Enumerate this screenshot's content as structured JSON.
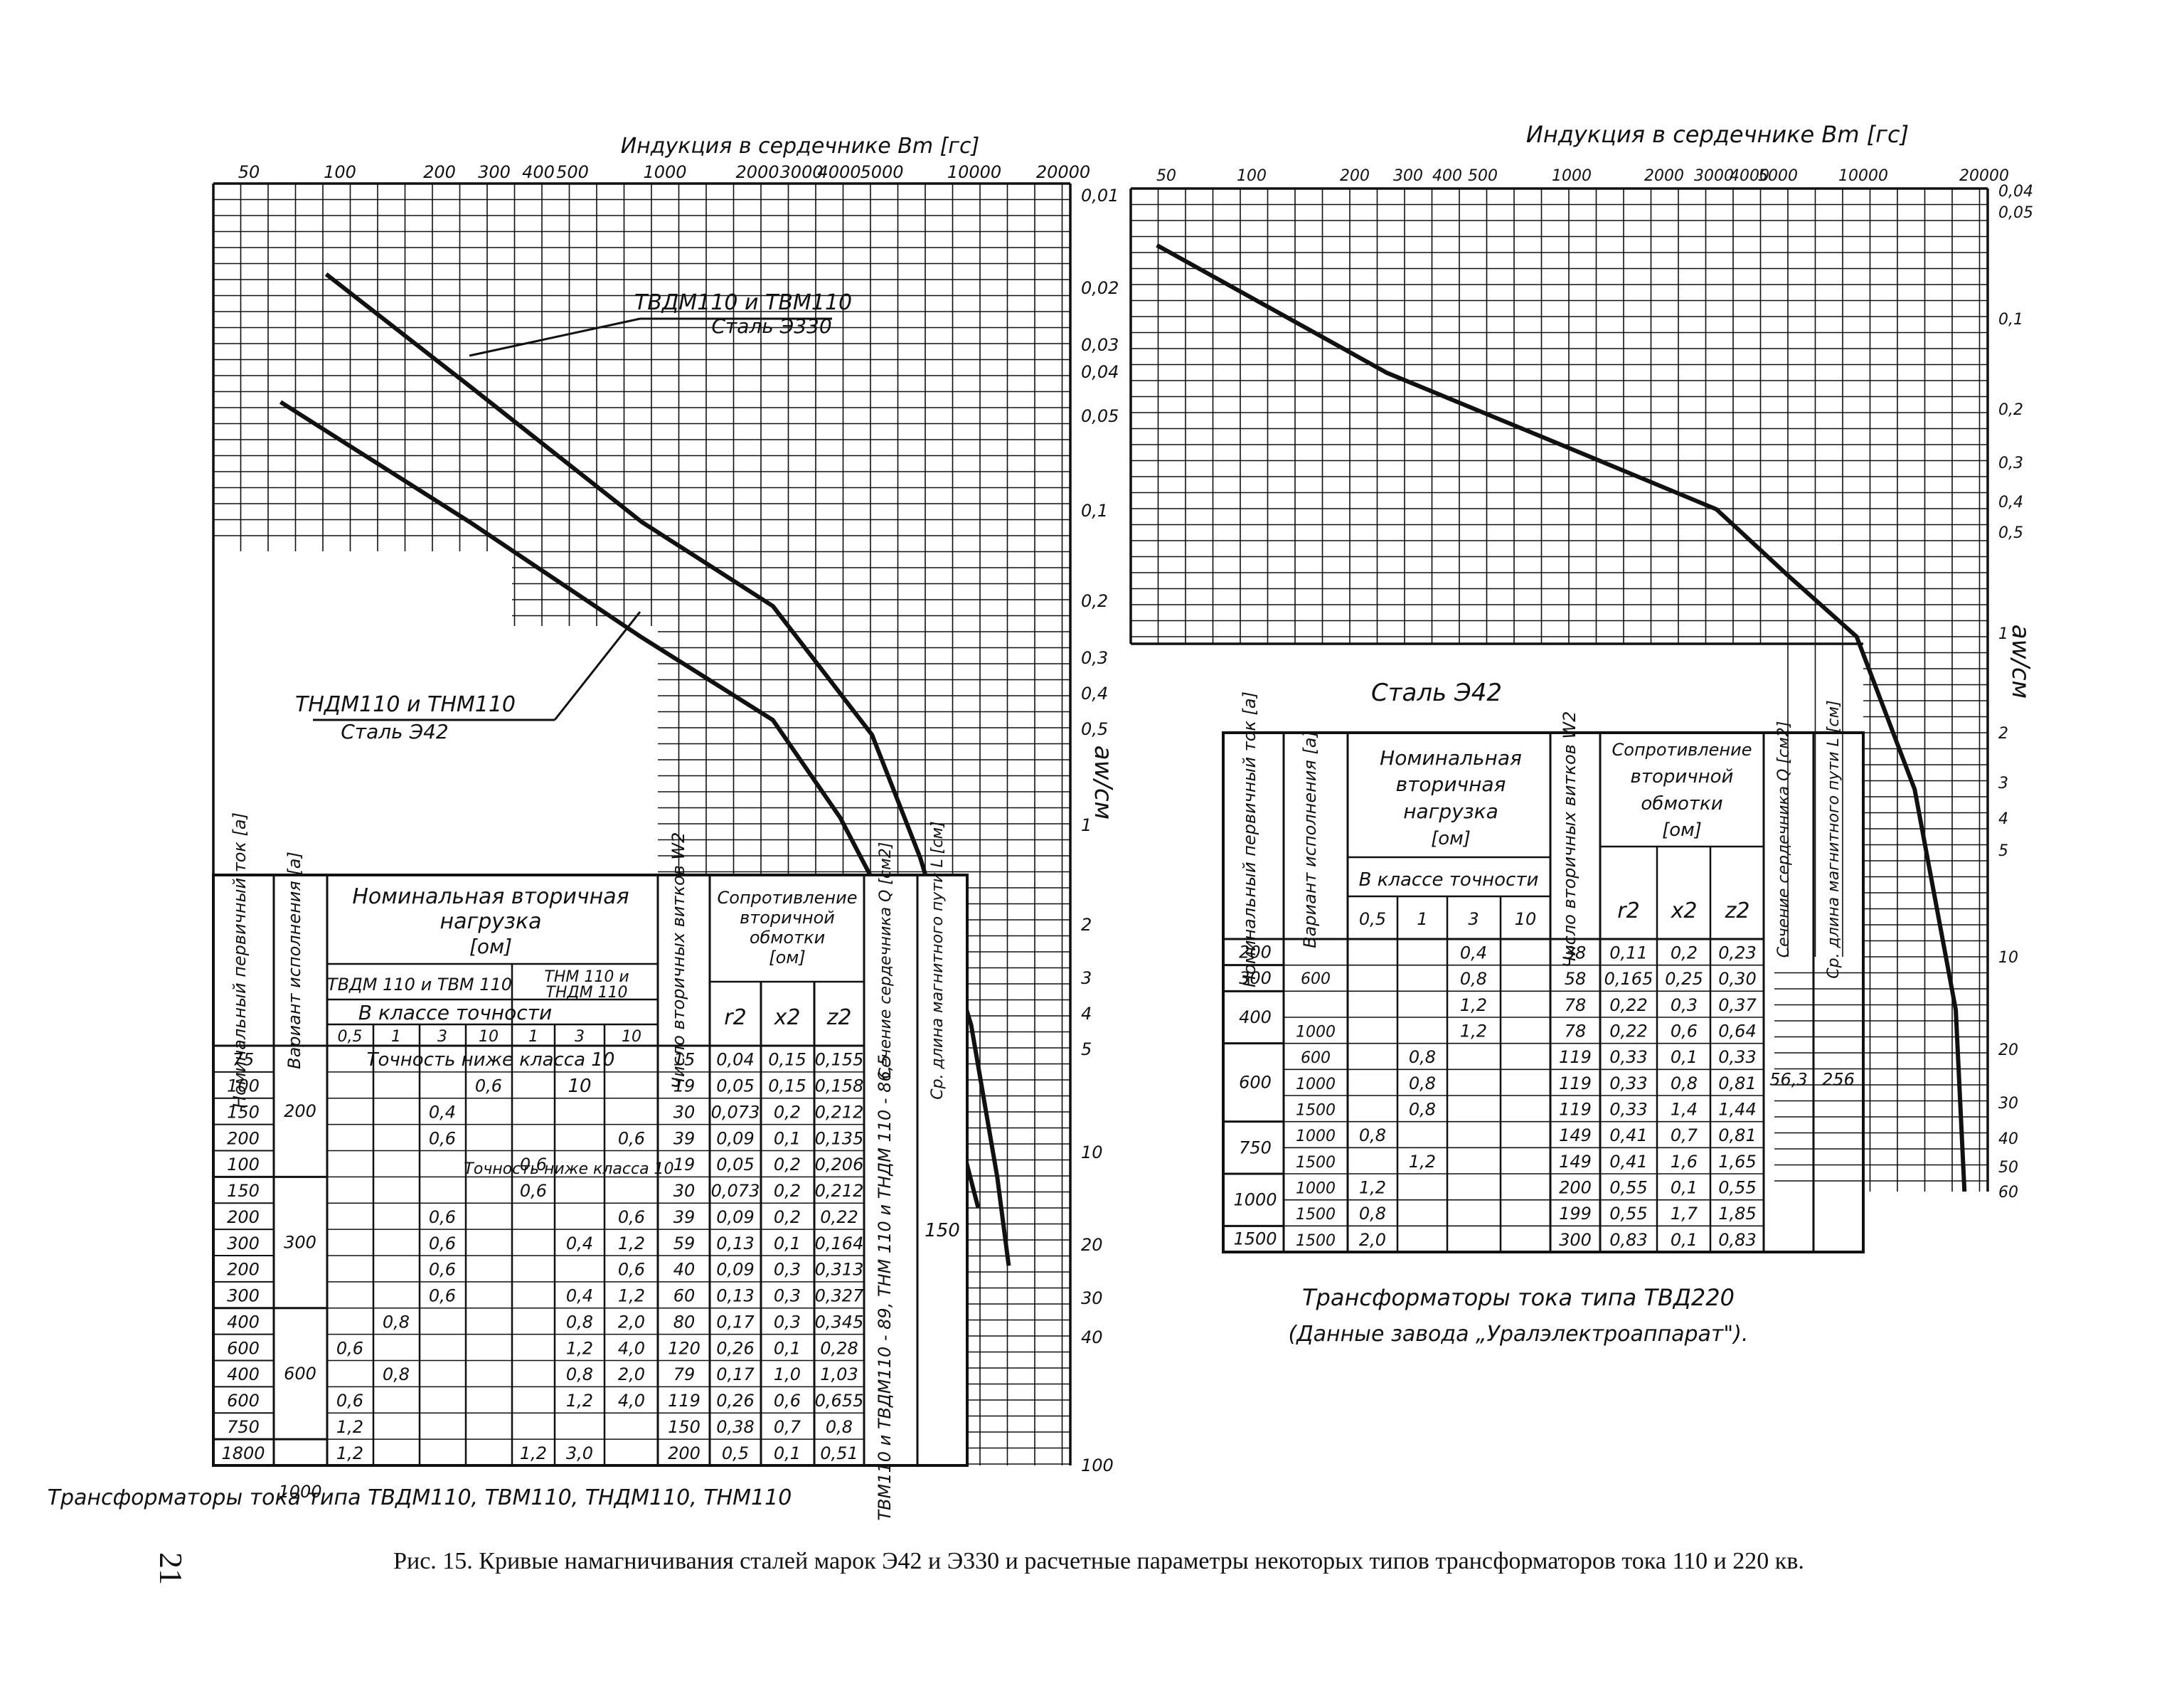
{
  "page": {
    "number": "21",
    "caption": "Рис. 15. Кривые намагничивания сталей марок Э42 и Э330 и расчетные параметры некоторых типов трансформаторов тока 110 и 220 кв."
  },
  "colors": {
    "ink": "#111111",
    "paper": "#ffffff"
  },
  "chart_data": [
    {
      "type": "line",
      "xlabel": "Индукция в сердечнике Bm [гс]",
      "ylabel": "aw/см",
      "x_ticks": [
        "50",
        "100",
        "200",
        "300",
        "400",
        "500",
        "1000",
        "2000",
        "3000",
        "4000",
        "5000",
        "10000",
        "20000"
      ],
      "y_ticks": [
        "0,01",
        "0,02",
        "0,03",
        "0,04",
        "0,05",
        "0,1",
        "0,2",
        "0,3",
        "0,4",
        "0,5",
        "1",
        "2",
        "3",
        "4",
        "5",
        "10",
        "20",
        "30",
        "40",
        "100"
      ],
      "x_scale": "log",
      "y_scale": "log",
      "xlim": [
        50,
        20000
      ],
      "ylim": [
        0.01,
        100
      ],
      "grid": true,
      "series": [
        {
          "name": "ТВДМ110 и ТВМ110",
          "note": "Сталь Э330",
          "x": [
            110,
            300,
            1000,
            2500,
            5000,
            7000,
            10000,
            12000,
            13000
          ],
          "y": [
            0.019,
            0.042,
            0.11,
            0.2,
            0.5,
            1.2,
            4.0,
            12.0,
            23.0
          ]
        },
        {
          "name": "ТНДМ110 и ТНМ110",
          "note": "Сталь Э42",
          "x": [
            80,
            300,
            1000,
            2500,
            4000,
            6000,
            8000,
            9500,
            10500
          ],
          "y": [
            0.047,
            0.11,
            0.25,
            0.45,
            0.9,
            2.0,
            5.0,
            10.0,
            15.0
          ]
        }
      ]
    },
    {
      "type": "line",
      "xlabel": "Индукция в сердечнике Bm [гс]",
      "ylabel": "aw/см",
      "x_ticks": [
        "50",
        "100",
        "200",
        "300",
        "400",
        "500",
        "1000",
        "2000",
        "3000",
        "4000",
        "5000",
        "10000",
        "20000"
      ],
      "y_ticks": [
        "0,04",
        "0,05",
        "0,1",
        "0,2",
        "0,3",
        "0,4",
        "0,5",
        "1",
        "2",
        "3",
        "4",
        "5",
        "10",
        "20",
        "30",
        "40",
        "50",
        "60"
      ],
      "x_scale": "log",
      "y_scale": "log",
      "xlim": [
        50,
        20000
      ],
      "ylim": [
        0.04,
        60
      ],
      "grid": true,
      "series": [
        {
          "name": "Сталь Э42",
          "x": [
            60,
            300,
            1000,
            3000,
            5000,
            8000,
            12000,
            16000,
            17000
          ],
          "y": [
            0.06,
            0.15,
            0.25,
            0.4,
            0.65,
            1.0,
            3.0,
            15.0,
            60.0
          ]
        }
      ]
    }
  ],
  "left": {
    "axis_title": "Индукция в сердечнике Bm [гс]",
    "x_ticks": [
      "50",
      "100",
      "200",
      "300",
      "400",
      "500",
      "1000",
      "2000",
      "3000",
      "4000",
      "5000",
      "10000",
      "20000"
    ],
    "y_ticks": [
      "0,01",
      "0,02",
      "0,03",
      "0,04",
      "0,05",
      "0,1",
      "0,2",
      "0,3",
      "0,4",
      "0,5",
      "1",
      "2",
      "3",
      "4",
      "5",
      "10",
      "20",
      "30",
      "40",
      "100"
    ],
    "y_unit": "aw/см",
    "label_top": "ТВДМ110 и ТВМ110",
    "label_top_steel": "Сталь Э330",
    "label_bottom": "ТНДМ110 и ТНМ110",
    "label_bottom_steel": "Сталь Э42",
    "table_caption": "Трансформаторы тока типа ТВДМ110, ТВМ110, ТНДМ110, ТНМ110",
    "headers": {
      "primary": "Номинальный первичный ток [а]",
      "variant": "Вариант исполнения [а]",
      "load": "Номинальная вторичная нагрузка [ом]",
      "load_a": "ТВДМ 110 и ТВМ 110",
      "load_b": "ТНМ 110 и ТНДМ 110",
      "class": "В классе точности",
      "classes": [
        "0,5",
        "1",
        "3",
        "10",
        "1",
        "3",
        "10"
      ],
      "turns": "Число вторичных витков W2",
      "res": "Сопротивление вторичной обмотки [ом]",
      "r2": "r2",
      "x2": "x2",
      "z2": "z2",
      "section": "Сечение сердечника Q [см2]",
      "path": "Ср. длина магнитного пути L [см]"
    },
    "note1": "Точность ниже класса 10",
    "note2": "Точность ниже класса 10",
    "vertical_types": "ТВМ110 и ТВДМ110 - 89, ТНМ 110 и ТНДМ 110 - 86,5",
    "path_value": "150",
    "variants": [
      {
        "label": "200",
        "rows": [
          0,
          5
        ]
      },
      {
        "label": "300",
        "rows": [
          5,
          10
        ]
      },
      {
        "label": "600",
        "rows": [
          10,
          15
        ]
      },
      {
        "label": "1000",
        "rows": [
          15,
          19
        ]
      }
    ],
    "rows": [
      {
        "i": "75",
        "c": [
          "",
          "",
          "",
          "",
          "",
          "",
          ""
        ],
        "w": "15",
        "r": "0,04",
        "x": "0,15",
        "z": "0,155"
      },
      {
        "i": "100",
        "c": [
          "",
          "",
          "",
          "0,6",
          "",
          "",
          ""
        ],
        "w": "19",
        "r": "0,05",
        "x": "0,15",
        "z": "0,158"
      },
      {
        "i": "150",
        "c": [
          "",
          "",
          "0,4",
          "",
          "",
          "",
          ""
        ],
        "w": "30",
        "r": "0,073",
        "x": "0,2",
        "z": "0,212"
      },
      {
        "i": "200",
        "c": [
          "",
          "",
          "0,6",
          "",
          "",
          "",
          "0,6"
        ],
        "w": "39",
        "r": "0,09",
        "x": "0,1",
        "z": "0,135"
      },
      {
        "i": "100",
        "c": [
          "",
          "",
          "",
          "",
          "0,6",
          "",
          ""
        ],
        "w": "19",
        "r": "0,05",
        "x": "0,2",
        "z": "0,206"
      },
      {
        "i": "150",
        "c": [
          "",
          "",
          "",
          "",
          "0,6",
          "",
          ""
        ],
        "w": "30",
        "r": "0,073",
        "x": "0,2",
        "z": "0,212"
      },
      {
        "i": "200",
        "c": [
          "",
          "",
          "0,6",
          "",
          "",
          "",
          "0,6"
        ],
        "w": "39",
        "r": "0,09",
        "x": "0,2",
        "z": "0,22"
      },
      {
        "i": "300",
        "c": [
          "",
          "",
          "0,6",
          "",
          "",
          "0,4",
          "1,2"
        ],
        "w": "59",
        "r": "0,13",
        "x": "0,1",
        "z": "0,164"
      },
      {
        "i": "200",
        "c": [
          "",
          "",
          "0,6",
          "",
          "",
          "",
          "0,6"
        ],
        "w": "40",
        "r": "0,09",
        "x": "0,3",
        "z": "0,313"
      },
      {
        "i": "300",
        "c": [
          "",
          "",
          "0,6",
          "",
          "",
          "0,4",
          "1,2"
        ],
        "w": "60",
        "r": "0,13",
        "x": "0,3",
        "z": "0,327"
      },
      {
        "i": "400",
        "c": [
          "",
          "0,8",
          "",
          "",
          "",
          "0,8",
          "2,0"
        ],
        "w": "80",
        "r": "0,17",
        "x": "0,3",
        "z": "0,345"
      },
      {
        "i": "600",
        "c": [
          "0,6",
          "",
          "",
          "",
          "",
          "1,2",
          "4,0"
        ],
        "w": "120",
        "r": "0,26",
        "x": "0,1",
        "z": "0,28"
      },
      {
        "i": "400",
        "c": [
          "",
          "0,8",
          "",
          "",
          "",
          "0,8",
          "2,0"
        ],
        "w": "79",
        "r": "0,17",
        "x": "1,0",
        "z": "1,03"
      },
      {
        "i": "600",
        "c": [
          "0,6",
          "",
          "",
          "",
          "",
          "1,2",
          "4,0"
        ],
        "w": "119",
        "r": "0,26",
        "x": "0,6",
        "z": "0,655"
      },
      {
        "i": "750",
        "c": [
          "1,2",
          "",
          "",
          "",
          "",
          "",
          ""
        ],
        "w": "150",
        "r": "0,38",
        "x": "0,7",
        "z": "0,8"
      },
      {
        "i": "1800",
        "c": [
          "1,2",
          "",
          "",
          "",
          "1,2",
          "3,0",
          ""
        ],
        "w": "200",
        "r": "0,5",
        "x": "0,1",
        "z": "0,51"
      }
    ]
  },
  "right": {
    "axis_title": "Индукция в сердечнике Bm [гс]",
    "x_ticks": [
      "50",
      "100",
      "200",
      "300",
      "400",
      "500",
      "1000",
      "2000",
      "3000",
      "4000",
      "5000",
      "10000",
      "20000"
    ],
    "y_ticks": [
      "0,04",
      "0,05",
      "0,1",
      "0,2",
      "0,3",
      "0,4",
      "0,5",
      "1",
      "2",
      "3",
      "4",
      "5",
      "10",
      "20",
      "30",
      "40",
      "50",
      "60"
    ],
    "y_unit": "aw/см",
    "steel_label": "Сталь Э42",
    "table_caption_1": "Трансформаторы тока типа ТВД220",
    "table_caption_2": "(Данные завода „Уралэлектроаппарат\").",
    "headers": {
      "primary": "Номинальный первичный ток [а]",
      "variant": "Вариант исполнения [а]",
      "load": "Номинальная вторичная нагрузка [ом]",
      "class": "В классе точности",
      "classes": [
        "0,5",
        "1",
        "3",
        "10"
      ],
      "turns": "Число вторичных витков W2",
      "res": "Сопротивление вторичной обмотки [ом]",
      "r2": "r2",
      "x2": "x2",
      "z2": "z2",
      "section": "Сечение сердечника Q [см2]",
      "path": "Ср. длина магнитного пути L [см]"
    },
    "section_value": "56,3",
    "path_value": "256",
    "groups": [
      {
        "label": "200",
        "rows": [
          0,
          1
        ]
      },
      {
        "label": "300",
        "rows": [
          1,
          2
        ]
      },
      {
        "label": "400",
        "rows": [
          2,
          4
        ]
      },
      {
        "label": "600",
        "rows": [
          4,
          7
        ]
      },
      {
        "label": "750",
        "rows": [
          7,
          9
        ]
      },
      {
        "label": "1000",
        "rows": [
          9,
          11
        ]
      },
      {
        "label": "1500",
        "rows": [
          11,
          12
        ]
      }
    ],
    "var_merge": {
      "label": "600",
      "rows": [
        0,
        3
      ]
    },
    "rows": [
      {
        "v": "",
        "c": [
          "",
          "",
          "0,4",
          ""
        ],
        "w": "38",
        "r": "0,11",
        "x": "0,2",
        "z": "0,23"
      },
      {
        "v": "",
        "c": [
          "",
          "",
          "0,8",
          ""
        ],
        "w": "58",
        "r": "0,165",
        "x": "0,25",
        "z": "0,30"
      },
      {
        "v": "",
        "c": [
          "",
          "",
          "1,2",
          ""
        ],
        "w": "78",
        "r": "0,22",
        "x": "0,3",
        "z": "0,37"
      },
      {
        "v": "1000",
        "c": [
          "",
          "",
          "1,2",
          ""
        ],
        "w": "78",
        "r": "0,22",
        "x": "0,6",
        "z": "0,64"
      },
      {
        "v": "600",
        "c": [
          "",
          "0,8",
          "",
          ""
        ],
        "w": "119",
        "r": "0,33",
        "x": "0,1",
        "z": "0,33"
      },
      {
        "v": "1000",
        "c": [
          "",
          "0,8",
          "",
          ""
        ],
        "w": "119",
        "r": "0,33",
        "x": "0,8",
        "z": "0,81"
      },
      {
        "v": "1500",
        "c": [
          "",
          "0,8",
          "",
          ""
        ],
        "w": "119",
        "r": "0,33",
        "x": "1,4",
        "z": "1,44"
      },
      {
        "v": "1000",
        "c": [
          "0,8",
          "",
          "",
          ""
        ],
        "w": "149",
        "r": "0,41",
        "x": "0,7",
        "z": "0,81"
      },
      {
        "v": "1500",
        "c": [
          "",
          "1,2",
          "",
          ""
        ],
        "w": "149",
        "r": "0,41",
        "x": "1,6",
        "z": "1,65"
      },
      {
        "v": "1000",
        "c": [
          "1,2",
          "",
          "",
          ""
        ],
        "w": "200",
        "r": "0,55",
        "x": "0,1",
        "z": "0,55"
      },
      {
        "v": "1500",
        "c": [
          "0,8",
          "",
          "",
          ""
        ],
        "w": "199",
        "r": "0,55",
        "x": "1,7",
        "z": "1,85"
      },
      {
        "v": "1500",
        "c": [
          "2,0",
          "",
          "",
          ""
        ],
        "w": "300",
        "r": "0,83",
        "x": "0,1",
        "z": "0,83"
      }
    ]
  }
}
